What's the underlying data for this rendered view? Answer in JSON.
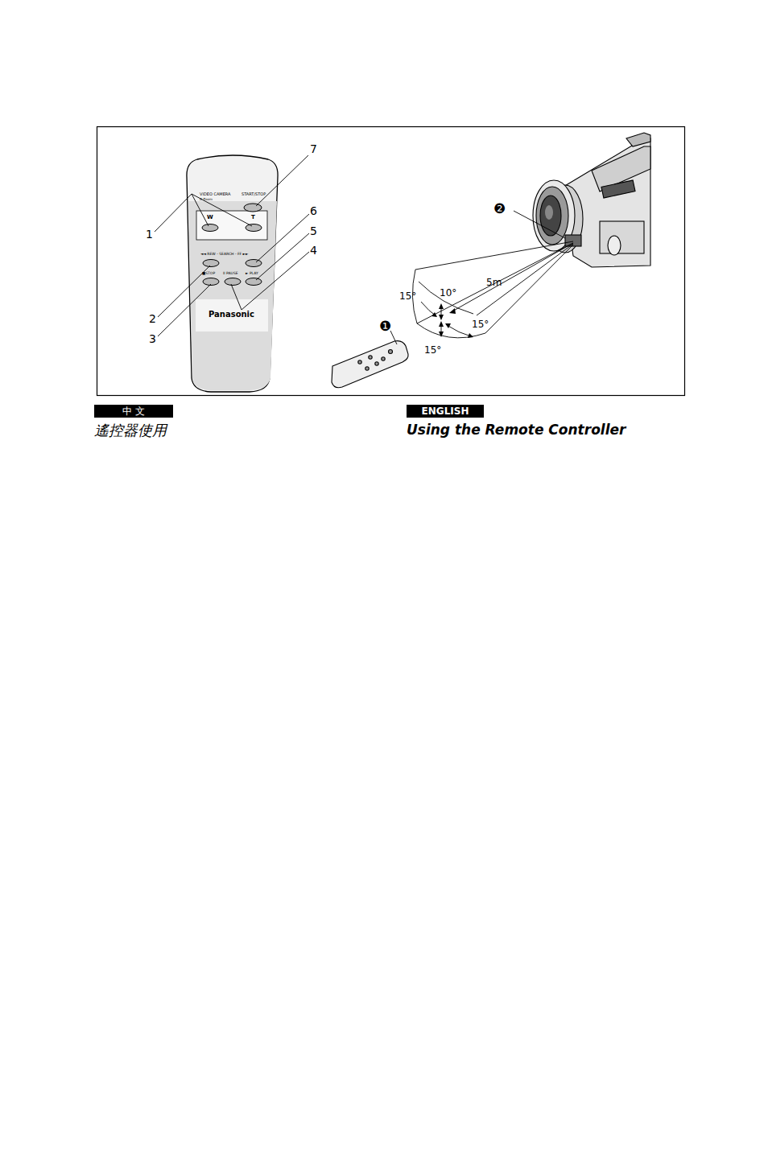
{
  "diagram": {
    "nodes": [
      {
        "text": [
          "中 文"
        ]
      },
      {
        "text": [
          "ENGLISH"
        ]
      }
    ],
    "labels": [
      "VIDEO CAMERA",
      "D.Zoom",
      "START/STOP",
      "W",
      "T",
      "◄◄ REW - SEARCH - FF ►►",
      "■STOP",
      "II PAUSE",
      "► PLAY",
      "Panasonic",
      "7",
      "1",
      "6",
      "5",
      "4",
      "2",
      "3",
      "❷",
      "15°",
      "10°",
      "5m",
      "15°",
      "15°",
      "❶",
      "遙控器使用",
      "Using the Remote Controller"
    ]
  }
}
